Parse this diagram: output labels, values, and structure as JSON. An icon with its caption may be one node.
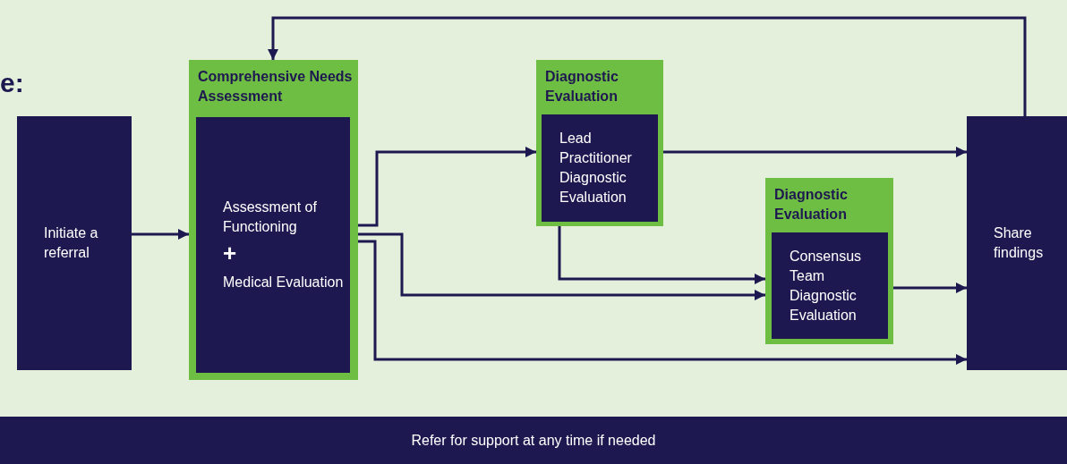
{
  "diagram": {
    "nodes": [
      {
        "text": [
          "Initiate a referral"
        ]
      },
      {
        "text": [
          "Comprehensive Needs Assessment"
        ]
      },
      {
        "text": [
          "Assessment of Functioning",
          "+",
          "Medical Evaluation"
        ],
        "in": 1
      },
      {
        "text": [
          "Diagnostic Evaluation"
        ]
      },
      {
        "text": [
          "Lead Practitioner Diagnostic Evaluation"
        ],
        "in": 3
      },
      {
        "text": [
          "Diagnostic Evaluation"
        ]
      },
      {
        "text": [
          "Consensus Team Diagnostic Evaluation"
        ],
        "in": 5
      },
      {
        "text": [
          "Share findings"
        ]
      },
      {
        "text": [
          "Refer for support at any time if needed"
        ]
      }
    ],
    "edges": [
      {
        "from": 0,
        "to": 1,
        "arrow": "to"
      },
      {
        "from": 1,
        "to": 3,
        "arrow": "to"
      },
      {
        "from": 1,
        "to": 5,
        "arrow": "to"
      },
      {
        "from": 1,
        "to": 7,
        "arrow": "to"
      },
      {
        "from": 3,
        "to": 5,
        "arrow": "to"
      },
      {
        "from": 3,
        "to": 7,
        "arrow": "to"
      },
      {
        "from": 5,
        "to": 7,
        "arrow": "to"
      },
      {
        "from": 7,
        "to": 1,
        "arrow": "to"
      }
    ],
    "labels": [
      "e:"
    ]
  }
}
